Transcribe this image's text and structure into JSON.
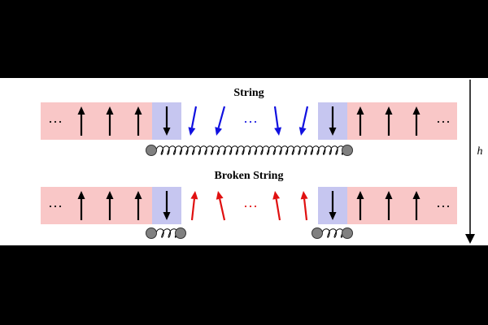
{
  "diagram": {
    "rows": [
      {
        "title": "String",
        "ellipsis_left": "···",
        "ellipsis_mid": "···",
        "ellipsis_right": "···",
        "chain": "single-spring-spanning",
        "middle_spin_color": "#1010e0",
        "middle_spins": [
          "tilt-down-left",
          "tilt-down-left",
          "tilt-down",
          "tilt-down-left"
        ]
      },
      {
        "title": "Broken String",
        "ellipsis_left": "···",
        "ellipsis_mid": "···",
        "ellipsis_right": "···",
        "chain": "two-short-springs",
        "middle_spin_color": "#e01010",
        "middle_spins": [
          "tilt-up",
          "tilt-up-left",
          "tilt-up-left",
          "tilt-up"
        ]
      }
    ],
    "field_label": "h",
    "colors": {
      "background_region": "#f9c7c7",
      "flipped_region": "#c6c6f0",
      "outer_spin": "#000000",
      "spring": "#000000",
      "ball": "#808080"
    }
  }
}
